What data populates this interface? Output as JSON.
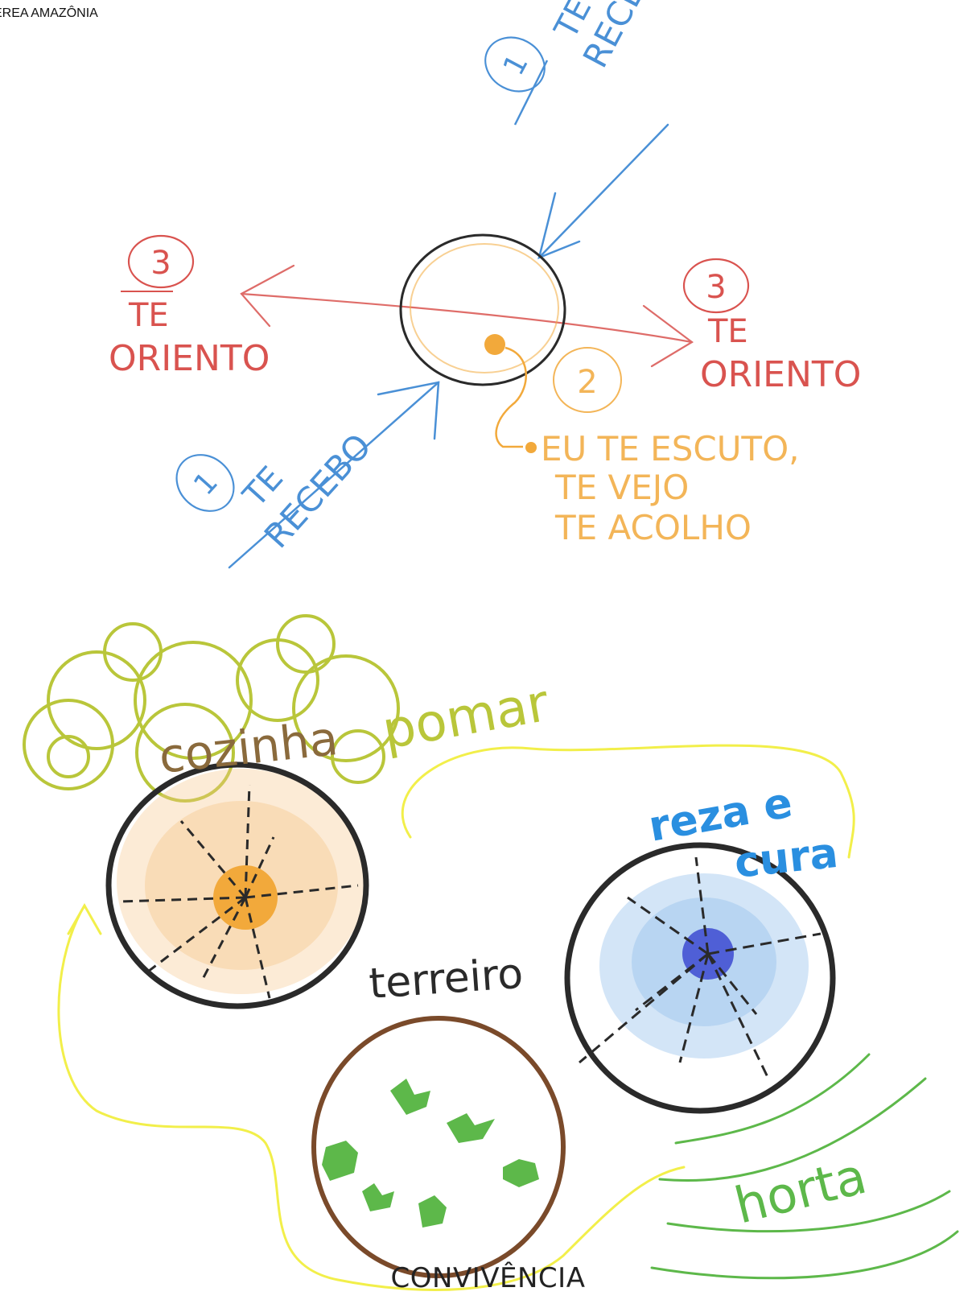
{
  "header": {
    "title": "ÉREA AMAZÔNIA"
  },
  "footer": {
    "title": "CONVIVÊNCIA"
  },
  "sketch_top": {
    "note_top": {
      "number": "1",
      "lines": [
        "TE",
        "RECEBO"
      ]
    },
    "note_left": {
      "number": "3",
      "lines": [
        "TE",
        "ORIENTO"
      ]
    },
    "note_right": {
      "number": "3",
      "lines": [
        "TE",
        "ORIENTO"
      ]
    },
    "note_bottom": {
      "number": "1",
      "lines": [
        "TE",
        "RECEBO"
      ]
    },
    "note_center": {
      "number": "2",
      "lines": [
        "EU TE ESCUTO,",
        "TE VEJO",
        "TE ACOLHO"
      ]
    }
  },
  "sketch_bottom": {
    "labels": {
      "cozinha": "cozinha",
      "pomar": "pomar",
      "reza": "reza e",
      "cura": "cura",
      "terreiro": "terreiro",
      "horta": "horta"
    }
  },
  "colors": {
    "blue": "#4a90d6",
    "red": "#d9534f",
    "orange": "#f2a93b",
    "green_lime": "#b9c63a",
    "brown": "#8a6a3c",
    "dark": "#2a2a2a",
    "yellow": "#f2ef4a",
    "green": "#5db84a",
    "cyan": "#2a8fe0"
  }
}
